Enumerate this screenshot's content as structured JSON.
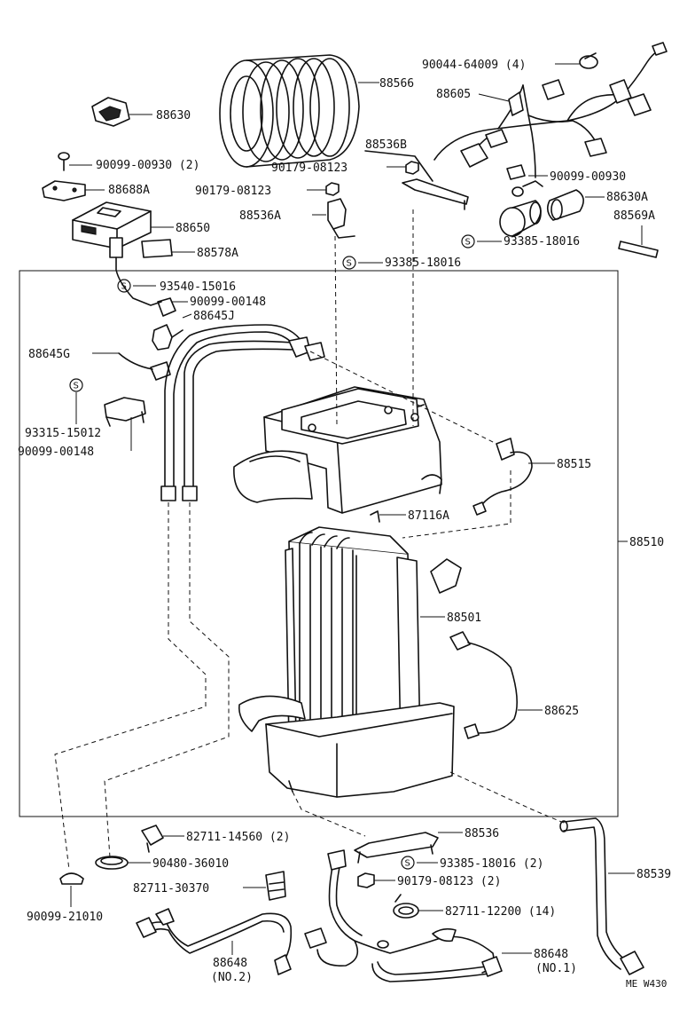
{
  "labels": {
    "p90044_64009": "90044-64009 (4)",
    "p88566": "88566",
    "p88605": "88605",
    "p88630": "88630",
    "p90099_00930_2": "90099-00930 (2)",
    "p88536B": "88536B",
    "p90179_08123_a": "90179-08123",
    "p90099_00930": "90099-00930",
    "p88688A": "88688A",
    "p90179_08123_b": "90179-08123",
    "p88630A": "88630A",
    "p88650": "88650",
    "p88536A": "88536A",
    "p88569A": "88569A",
    "p88578A": "88578A",
    "p93385_18016_a": "93385-18016",
    "p93385_18016_b": "93385-18016",
    "p93540_15016": "93540-15016",
    "p90099_00148_a": "90099-00148",
    "p88645J": "88645J",
    "p88645G": "88645G",
    "p93315_15012": "93315-15012",
    "p90099_00148_b": "90099-00148",
    "p88515": "88515",
    "p87116A": "87116A",
    "p88510": "88510",
    "p88501": "88501",
    "p88625": "88625",
    "p82711_14560": "82711-14560 (2)",
    "p88536": "88536",
    "p90480_36010": "90480-36010",
    "p93385_18016_2": "93385-18016 (2)",
    "p88539": "88539",
    "p82711_30370": "82711-30370",
    "p90179_08123_2": "90179-08123 (2)",
    "p90099_21010": "90099-21010",
    "p82711_12200": "82711-12200 (14)",
    "p88648_no2_a": "88648",
    "p88648_no2_b": "(NO.2)",
    "p88648_no1_a": "88648",
    "p88648_no1_b": "(NO.1)",
    "code": "ME W430"
  },
  "symbols": {
    "s_mark": "S"
  }
}
